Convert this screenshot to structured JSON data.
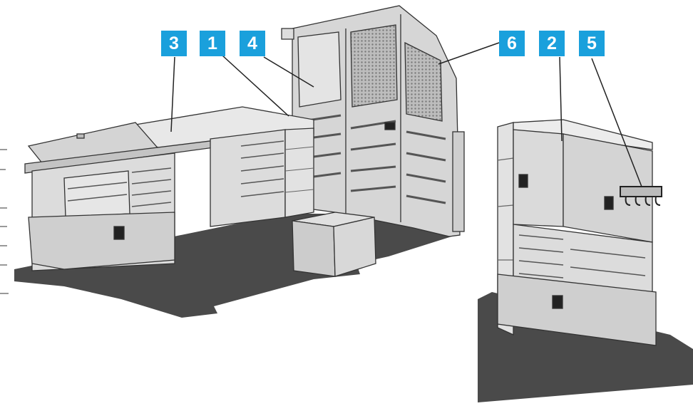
{
  "palette": {
    "callout_bg": "#1aa0dc",
    "callout_text": "#ffffff",
    "floor": "#4a4a4a",
    "panel_fill": "#d9d9d9",
    "panel_light": "#ececec",
    "outline": "#333333"
  },
  "callouts": [
    {
      "id": "c3",
      "label": "3"
    },
    {
      "id": "c1",
      "label": "1"
    },
    {
      "id": "c4",
      "label": "4"
    },
    {
      "id": "c6",
      "label": "6"
    },
    {
      "id": "c2",
      "label": "2"
    },
    {
      "id": "c5",
      "label": "5"
    }
  ]
}
